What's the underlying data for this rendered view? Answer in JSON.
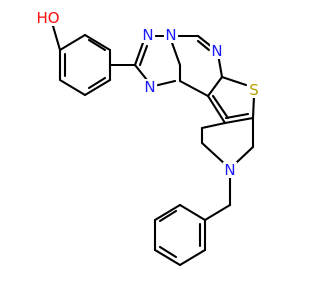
{
  "colors": {
    "background": "#ffffff",
    "bond": "#000000",
    "nitrogen": "#1a1aff",
    "oxygen": "#ff0d0d",
    "sulfur": "#b8a000",
    "carbon": "#000000"
  },
  "atoms": [
    {
      "id": "O1",
      "label": "HO",
      "color": "oxygen"
    },
    {
      "id": "N1",
      "label": "N",
      "color": "nitrogen"
    },
    {
      "id": "N2",
      "label": "N",
      "color": "nitrogen"
    },
    {
      "id": "N3",
      "label": "N",
      "color": "nitrogen"
    },
    {
      "id": "N4",
      "label": "N",
      "color": "nitrogen"
    },
    {
      "id": "S1",
      "label": "S",
      "color": "sulfur"
    },
    {
      "id": "N5",
      "label": "N",
      "color": "nitrogen"
    }
  ]
}
